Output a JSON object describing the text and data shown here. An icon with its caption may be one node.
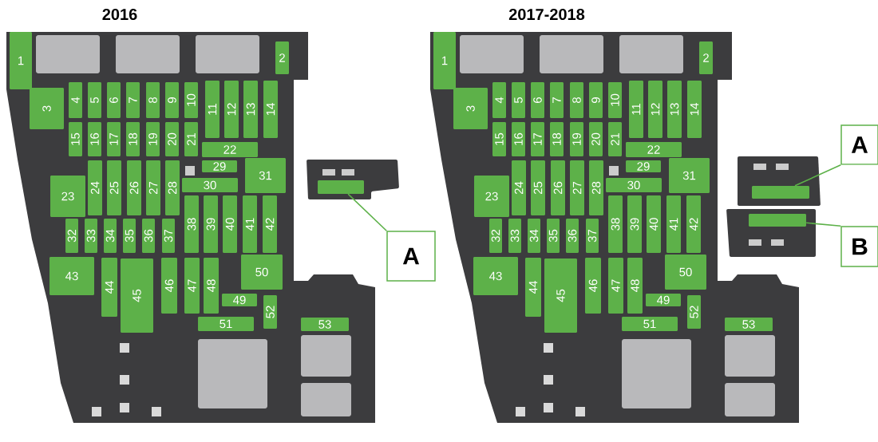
{
  "diagram": {
    "nodes": [
      {
        "text": [
          "1"
        ]
      },
      {
        "text": [
          "2"
        ]
      },
      {
        "text": [
          "3"
        ]
      },
      {
        "text": [
          "4"
        ]
      },
      {
        "text": [
          "5"
        ]
      },
      {
        "text": [
          "6"
        ]
      },
      {
        "text": [
          "7"
        ]
      },
      {
        "text": [
          "8"
        ]
      },
      {
        "text": [
          "9"
        ]
      },
      {
        "text": [
          "10"
        ]
      },
      {
        "text": [
          "11"
        ]
      },
      {
        "text": [
          "12"
        ]
      },
      {
        "text": [
          "13"
        ]
      },
      {
        "text": [
          "14"
        ]
      },
      {
        "text": [
          "15"
        ]
      },
      {
        "text": [
          "16"
        ]
      },
      {
        "text": [
          "17"
        ]
      },
      {
        "text": [
          "18"
        ]
      },
      {
        "text": [
          "19"
        ]
      },
      {
        "text": [
          "20"
        ]
      },
      {
        "text": [
          "21"
        ]
      },
      {
        "text": [
          "22"
        ]
      },
      {
        "text": [
          "23"
        ]
      },
      {
        "text": [
          "24"
        ]
      },
      {
        "text": [
          "25"
        ]
      },
      {
        "text": [
          "26"
        ]
      },
      {
        "text": [
          "27"
        ]
      },
      {
        "text": [
          "28"
        ]
      },
      {
        "text": [
          "29"
        ]
      },
      {
        "text": [
          "30"
        ]
      },
      {
        "text": [
          "31"
        ]
      },
      {
        "text": [
          "32"
        ]
      },
      {
        "text": [
          "33"
        ]
      },
      {
        "text": [
          "34"
        ]
      },
      {
        "text": [
          "35"
        ]
      },
      {
        "text": [
          "36"
        ]
      },
      {
        "text": [
          "37"
        ]
      },
      {
        "text": [
          "38"
        ]
      },
      {
        "text": [
          "39"
        ]
      },
      {
        "text": [
          "40"
        ]
      },
      {
        "text": [
          "41"
        ]
      },
      {
        "text": [
          "42"
        ]
      },
      {
        "text": [
          "43"
        ]
      },
      {
        "text": [
          "44"
        ]
      },
      {
        "text": [
          "45"
        ]
      },
      {
        "text": [
          "46"
        ]
      },
      {
        "text": [
          "47"
        ]
      },
      {
        "text": [
          "48"
        ]
      },
      {
        "text": [
          "49"
        ]
      },
      {
        "text": [
          "50"
        ]
      },
      {
        "text": [
          "51"
        ]
      },
      {
        "text": [
          "52"
        ]
      },
      {
        "text": [
          "53"
        ]
      },
      {
        "text": [],
        "shape": "bar"
      },
      {
        "text": [
          "A"
        ]
      },
      {
        "text": [
          "1"
        ]
      },
      {
        "text": [
          "2"
        ]
      },
      {
        "text": [
          "3"
        ]
      },
      {
        "text": [
          "4"
        ]
      },
      {
        "text": [
          "5"
        ]
      },
      {
        "text": [
          "6"
        ]
      },
      {
        "text": [
          "7"
        ]
      },
      {
        "text": [
          "8"
        ]
      },
      {
        "text": [
          "9"
        ]
      },
      {
        "text": [
          "10"
        ]
      },
      {
        "text": [
          "11"
        ]
      },
      {
        "text": [
          "12"
        ]
      },
      {
        "text": [
          "13"
        ]
      },
      {
        "text": [
          "14"
        ]
      },
      {
        "text": [
          "15"
        ]
      },
      {
        "text": [
          "16"
        ]
      },
      {
        "text": [
          "17"
        ]
      },
      {
        "text": [
          "18"
        ]
      },
      {
        "text": [
          "19"
        ]
      },
      {
        "text": [
          "20"
        ]
      },
      {
        "text": [
          "21"
        ]
      },
      {
        "text": [
          "22"
        ]
      },
      {
        "text": [
          "23"
        ]
      },
      {
        "text": [
          "24"
        ]
      },
      {
        "text": [
          "25"
        ]
      },
      {
        "text": [
          "26"
        ]
      },
      {
        "text": [
          "27"
        ]
      },
      {
        "text": [
          "28"
        ]
      },
      {
        "text": [
          "29"
        ]
      },
      {
        "text": [
          "30"
        ]
      },
      {
        "text": [
          "31"
        ]
      },
      {
        "text": [
          "32"
        ]
      },
      {
        "text": [
          "33"
        ]
      },
      {
        "text": [
          "34"
        ]
      },
      {
        "text": [
          "35"
        ]
      },
      {
        "text": [
          "36"
        ]
      },
      {
        "text": [
          "37"
        ]
      },
      {
        "text": [
          "38"
        ]
      },
      {
        "text": [
          "39"
        ]
      },
      {
        "text": [
          "40"
        ]
      },
      {
        "text": [
          "41"
        ]
      },
      {
        "text": [
          "42"
        ]
      },
      {
        "text": [
          "43"
        ]
      },
      {
        "text": [
          "44"
        ]
      },
      {
        "text": [
          "45"
        ]
      },
      {
        "text": [
          "46"
        ]
      },
      {
        "text": [
          "47"
        ]
      },
      {
        "text": [
          "48"
        ]
      },
      {
        "text": [
          "49"
        ]
      },
      {
        "text": [
          "50"
        ]
      },
      {
        "text": [
          "51"
        ]
      },
      {
        "text": [
          "52"
        ]
      },
      {
        "text": [
          "53"
        ]
      },
      {
        "text": [],
        "shape": "bar"
      },
      {
        "text": [],
        "shape": "bar"
      },
      {
        "text": [
          "A"
        ]
      },
      {
        "text": [
          "B"
        ]
      }
    ],
    "edges": [
      {
        "from": 54,
        "to": 53,
        "arrow": "none"
      },
      {
        "from": 110,
        "to": 108,
        "arrow": "none"
      },
      {
        "from": 111,
        "to": 109,
        "arrow": "none"
      }
    ],
    "labels": [
      "2016",
      "2017-2018"
    ]
  }
}
